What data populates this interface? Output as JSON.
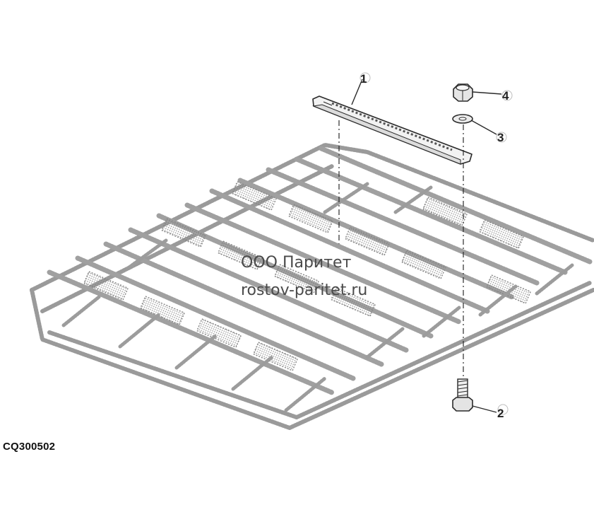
{
  "figure": {
    "code": "CQ300502"
  },
  "watermark": {
    "line1": "ООО Паритет",
    "line2": "rostov-paritet.ru"
  },
  "callouts": [
    {
      "number": "1",
      "part": "track-guide-bar"
    },
    {
      "number": "2",
      "part": "bolt"
    },
    {
      "number": "3",
      "part": "washer"
    },
    {
      "number": "4",
      "part": "nut"
    }
  ],
  "colors": {
    "line": "#2b2b2b",
    "dotted_track": "#8c8c8c",
    "background": "#ffffff"
  }
}
